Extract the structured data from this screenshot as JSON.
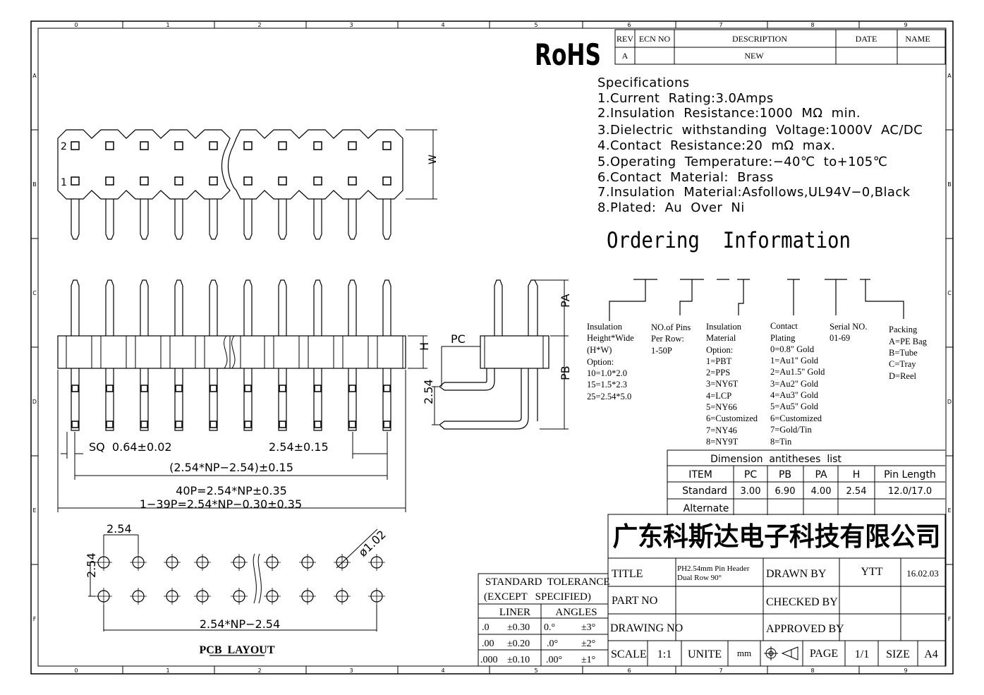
{
  "frame": {
    "top_ruler": [
      "0",
      "1",
      "2",
      "3",
      "4",
      "5",
      "6",
      "7",
      "8",
      "9"
    ],
    "side_ruler": [
      "A",
      "B",
      "C",
      "D",
      "E",
      "F"
    ]
  },
  "rohs": "RoHS",
  "revision": {
    "headers": [
      "REV",
      "ECN NO",
      "DESCRIPTION",
      "DATE",
      "NAME"
    ],
    "row": [
      "A",
      "",
      "NEW",
      "",
      ""
    ]
  },
  "specs": {
    "title": "Specifications",
    "lines": [
      "1.Current  Rating:3.0Amps",
      "2.Insulation  Resistance:1000  MΩ  min.",
      "3.Dielectric  withstanding  Voltage:1000V  AC/DC",
      "4.Contact  Resistance:20  mΩ  max.",
      "5.Operating  Temperature:−40℃  to+105℃",
      "6.Contact  Material:  Brass",
      "7.Insulation  Material:Asfollows,UL94V−0,Black",
      "8.Plated:  Au  Over  Ni"
    ]
  },
  "ordering": {
    "title": "Ordering  Information",
    "groups": [
      {
        "title": "Insulation",
        "lines": [
          "Height*Wide",
          "(H*W)",
          "Option:",
          "10=1.0*2.0",
          "15=1.5*2.3",
          "25=2.54*5.0"
        ]
      },
      {
        "title": "NO.of Pins",
        "lines": [
          "Per Row:",
          "1-50P"
        ]
      },
      {
        "title": "Insulation",
        "lines": [
          "Material",
          "Option:",
          "1=PBT",
          "2=PPS",
          "3=NY6T",
          "4=LCP",
          "5=NY66",
          "6=Customized",
          "7=NY46",
          "8=NY9T"
        ]
      },
      {
        "title": "Contact",
        "lines": [
          "Plating",
          "0=0.8\" Gold",
          "1=Au1\" Gold",
          "2=Au1.5\" Gold",
          "3=Au2\" Gold",
          "4=Au3\" Gold",
          "5=Au5\" Gold",
          "6=Customized",
          "7=Gold/Tin",
          "8=Tin"
        ]
      },
      {
        "title": "Serial NO.",
        "lines": [
          "01-69"
        ]
      },
      {
        "title": "Packing",
        "lines": [
          "A=PE Bag",
          "B=Tube",
          "C=Tray",
          "D=Reel"
        ]
      }
    ]
  },
  "dims": {
    "title": "Dimension  antitheses  list",
    "headers": [
      "ITEM",
      "PC",
      "PB",
      "PA",
      "H",
      "Pin Length"
    ],
    "rows": [
      [
        "Standard",
        "3.00",
        "6.90",
        "4.00",
        "2.54",
        "12.0/17.0"
      ],
      [
        "Alternate",
        "",
        "",
        "",
        "",
        ""
      ]
    ]
  },
  "drawing_labels": {
    "row2": "2",
    "row1": "1",
    "w": "W",
    "h": "H",
    "pa": "PA",
    "pb": "PB",
    "pc": "PC",
    "d254_side": "2.54",
    "sq": "SQ  0.64±0.02",
    "pitch": "2.54±0.15",
    "span": "(2.54*NP−2.54)±0.15",
    "len40": "40P=2.54*NP±0.35",
    "len139": "1−39P=2.54*NP−0.30±0.35",
    "pcb_pitch_x": "2.54",
    "pcb_pitch_y": "2.54",
    "hole": "ø1.02",
    "pcb_span": "2.54*NP−2.54",
    "pcb_title": "PCB  LAYOUT"
  },
  "company": "广东科斯达电子科技有限公司",
  "tolerance": {
    "title1": "STANDARD  TOLERANCE",
    "title2": "(EXCEPT   SPECIFIED)",
    "liner": "LINER",
    "angles": "ANGLES",
    "rows": [
      [
        ".0",
        "±0.30",
        "0.°",
        "±3°"
      ],
      [
        ".00",
        "±0.20",
        ".0°",
        "±2°"
      ],
      [
        ".000",
        "±0.10",
        ".00°",
        "±1°"
      ]
    ]
  },
  "title_block": {
    "title_label": "TITLE",
    "title_value_1": "PH2.54mm Pin Header",
    "title_value_2": "Dual Row 90°",
    "part_label": "PART NO",
    "drawing_label": "DRAWING NO",
    "drawn_label": "DRAWN BY",
    "drawn_value": "YTT",
    "drawn_date": "16.02.03",
    "checked_label": "CHECKED BY",
    "approved_label": "APPROVED BY",
    "scale_label": "SCALE",
    "scale_value": "1:1",
    "unite_label": "UNITE",
    "unite_value": "mm",
    "page_label": "PAGE",
    "page_value": "1/1",
    "size_label": "SIZE",
    "size_value": "A4"
  }
}
